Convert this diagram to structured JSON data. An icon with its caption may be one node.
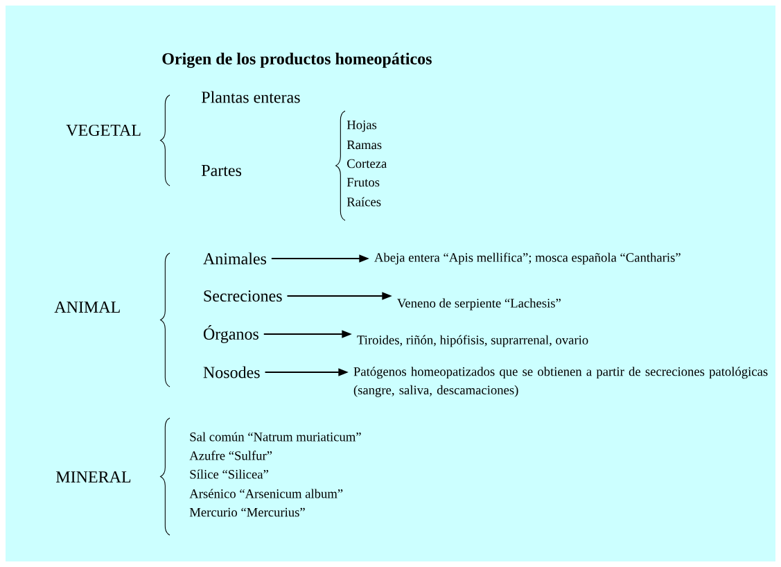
{
  "diagram": {
    "title": "Origen de los productos homeopáticos",
    "nodes": [
      {
        "text": [
          "Animales"
        ]
      },
      {
        "text": [
          "Abeja entera “Apis mellifica”; mosca española “Cantharis”"
        ]
      },
      {
        "text": [
          "Secreciones"
        ]
      },
      {
        "text": [
          "Veneno de serpiente “Lachesis”"
        ]
      },
      {
        "text": [
          "Órganos"
        ]
      },
      {
        "text": [
          "Tiroides, riñón, hipófisis, suprarrenal, ovario"
        ]
      },
      {
        "text": [
          "Nosodes"
        ]
      },
      {
        "text": [
          "Patógenos homeopatizados que se obtienen a partir de secreciones patológicas (sangre, saliva, descamaciones)"
        ]
      }
    ],
    "edges": [
      {
        "from": 0,
        "to": 1,
        "arrow": "to"
      },
      {
        "from": 2,
        "to": 3,
        "arrow": "to"
      },
      {
        "from": 4,
        "to": 5,
        "arrow": "to"
      },
      {
        "from": 6,
        "to": 7,
        "arrow": "to"
      }
    ],
    "labels": [
      "VEGETAL",
      "Plantas enteras",
      "Partes",
      "Hojas",
      "Ramas",
      "Corteza",
      "Frutos",
      "Raíces",
      "ANIMAL",
      "MINERAL",
      "Sal común “Natrum muriaticum”",
      "Azufre “Sulfur”",
      "Sílice  “Silicea”",
      "Arsénico  “Arsenicum album”",
      "Mercurio  “Mercurius”"
    ]
  }
}
